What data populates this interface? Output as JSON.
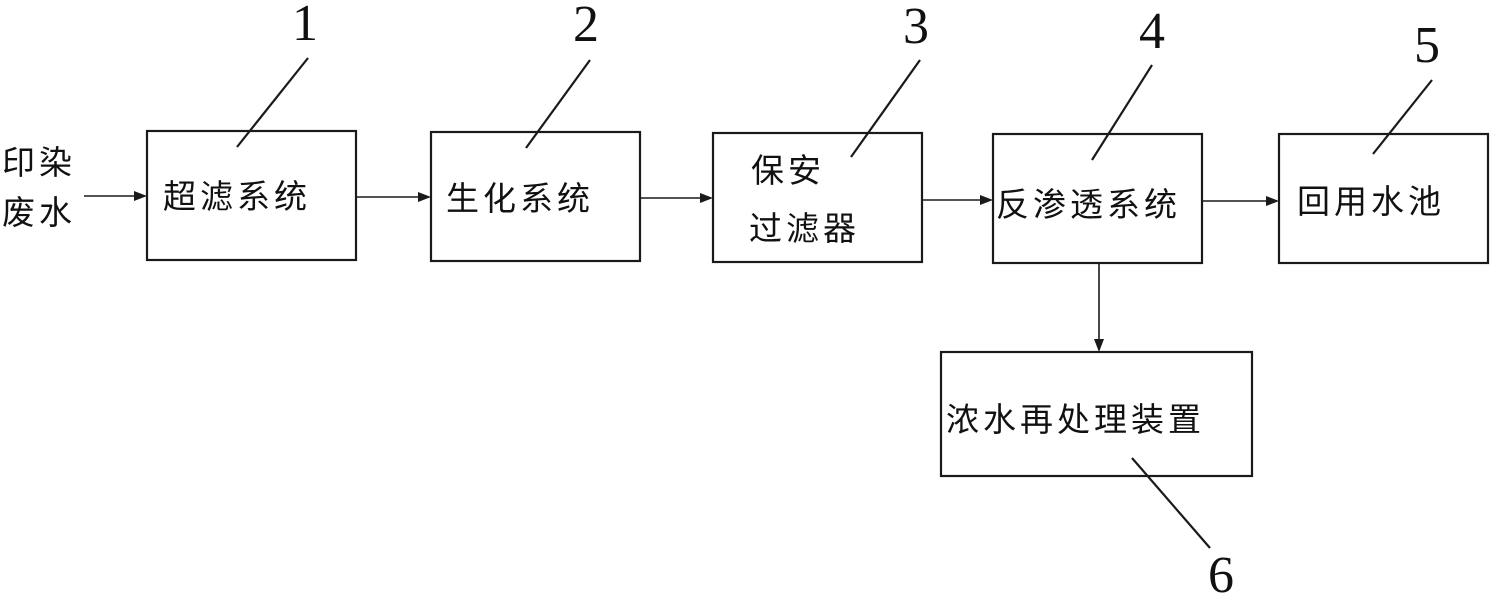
{
  "input": {
    "line1": "印染",
    "line2": "废水"
  },
  "boxes": [
    {
      "id": "1",
      "lines": [
        "超滤系统"
      ]
    },
    {
      "id": "2",
      "lines": [
        "生化系统"
      ]
    },
    {
      "id": "3",
      "lines": [
        "保安",
        "过滤器"
      ]
    },
    {
      "id": "4",
      "lines": [
        "反渗透系统"
      ]
    },
    {
      "id": "5",
      "lines": [
        "回用水池"
      ]
    },
    {
      "id": "6",
      "lines": [
        "浓水再处理装置"
      ]
    }
  ]
}
